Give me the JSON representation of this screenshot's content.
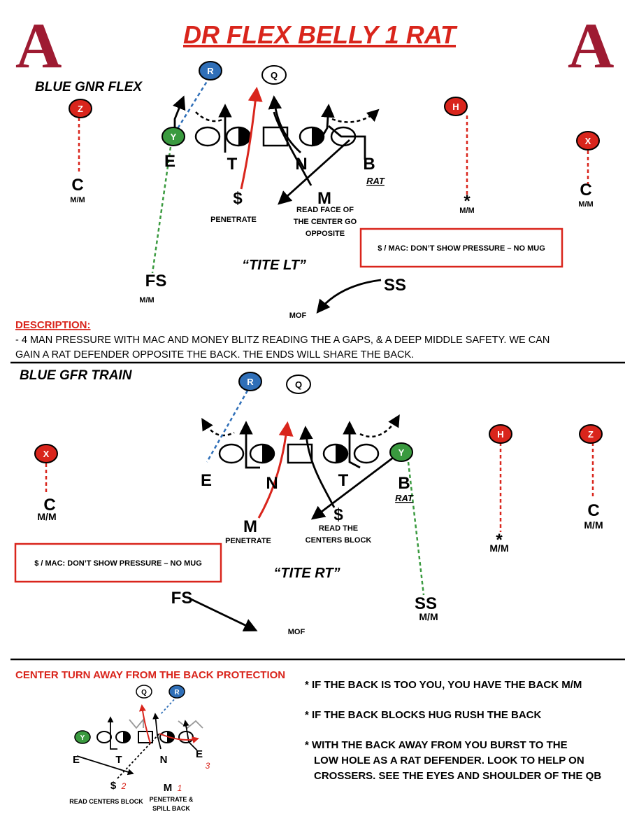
{
  "title": "DR FLEX BELLY 1 RAT",
  "logo_letter": "A",
  "colors": {
    "red": "#d9251c",
    "blue": "#2f6fb8",
    "green": "#3a9a3f",
    "crimson": "#9e1b32"
  },
  "top": {
    "section": "BLUE GNR FLEX",
    "formation": "“TITE LT”",
    "offense": {
      "Z": "Z",
      "R": "R",
      "Q": "Q",
      "Y": "Y",
      "H": "H",
      "X": "X"
    },
    "defense": {
      "E": "E",
      "T": "T",
      "N": "N",
      "B": "B",
      "M": "M",
      "money": "$",
      "C_left": "C",
      "C_right": "C",
      "FS": "FS",
      "SS": "SS",
      "star": "*"
    },
    "mm_labels": [
      "M/M",
      "M/M",
      "M/M",
      "M/M"
    ],
    "rat": "RAT",
    "penetrate": "PENETRATE",
    "read_face": [
      "READ FACE OF",
      "THE CENTER GO",
      "OPPOSITE"
    ],
    "mof": "MOF",
    "callout": "$ / MAC: DON’T SHOW PRESSURE – NO MUG"
  },
  "description": {
    "heading": "DESCRIPTION:",
    "line1": "- 4 MAN PRESSURE WITH MAC AND MONEY BLITZ READING THE A GAPS, & A DEEP MIDDLE SAFETY.  WE CAN",
    "line2": "GAIN A RAT DEFENDER OPPOSITE THE BACK. THE ENDS WILL SHARE THE BACK."
  },
  "bottom": {
    "section": "BLUE GFR TRAIN",
    "formation": "“TITE RT”",
    "offense": {
      "X": "X",
      "R": "R",
      "Q": "Q",
      "Y": "Y",
      "H": "H",
      "Z": "Z"
    },
    "defense": {
      "E": "E",
      "N": "N",
      "T": "T",
      "B": "B",
      "M": "M",
      "money": "$",
      "C_left": "C",
      "C_right": "C",
      "FS": "FS",
      "SS": "SS",
      "star": "*"
    },
    "mm_labels": [
      "M/M",
      "M/M",
      "M/M",
      "M/M"
    ],
    "rat": "RAT",
    "penetrate": "PENETRATE",
    "read_centers": [
      "READ THE",
      "CENTERS BLOCK"
    ],
    "mof": "MOF",
    "callout": "$ / MAC: DON’T SHOW PRESSURE – NO MUG"
  },
  "protection": {
    "heading": "CENTER TURN AWAY FROM THE BACK PROTECTION",
    "offense": {
      "Q": "Q",
      "R": "R",
      "Y": "Y"
    },
    "defense": {
      "E_left": "E",
      "T": "T",
      "N": "N",
      "E_right": "E",
      "money": "$",
      "M": "M"
    },
    "numbers": {
      "money": "2",
      "M": "1",
      "E": "3"
    },
    "read_centers": "READ CENTERS BLOCK",
    "penetrate": [
      "PENETRATE &",
      "SPILL BACK"
    ],
    "bullets": [
      "* IF THE BACK IS TOO YOU, YOU HAVE THE BACK M/M",
      "* IF THE BACK BLOCKS HUG RUSH THE BACK",
      "* WITH THE BACK AWAY FROM YOU BURST TO THE",
      "LOW HOLE AS A RAT DEFENDER. LOOK TO HELP ON",
      "CROSSERS. SEE THE EYES AND SHOULDER OF THE QB"
    ]
  }
}
